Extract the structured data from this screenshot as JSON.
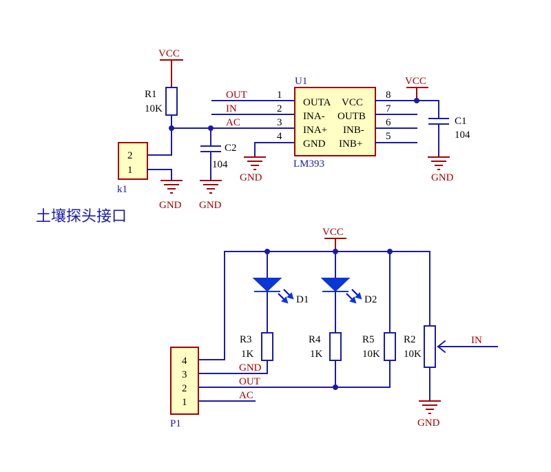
{
  "power": {
    "vcc": "VCC",
    "gnd": "GND"
  },
  "r1": {
    "ref": "R1",
    "value": "10K"
  },
  "c1": {
    "ref": "C1",
    "value": "104"
  },
  "c2": {
    "ref": "C2",
    "value": "104"
  },
  "u1": {
    "ref": "U1",
    "part": "LM393",
    "pins_left": [
      {
        "num": "1",
        "name": "OUTA",
        "net": "OUT"
      },
      {
        "num": "2",
        "name": "INA-",
        "net": "IN"
      },
      {
        "num": "3",
        "name": "INA+",
        "net": "AC"
      },
      {
        "num": "4",
        "name": "GND",
        "net": ""
      }
    ],
    "pins_right": [
      {
        "num": "8",
        "name": "VCC"
      },
      {
        "num": "7",
        "name": "OUTB"
      },
      {
        "num": "6",
        "name": "INB-"
      },
      {
        "num": "5",
        "name": "INB+"
      }
    ]
  },
  "k1": {
    "ref": "k1",
    "pins": [
      "2",
      "1"
    ]
  },
  "caption": "土壤探头接口",
  "d1": {
    "ref": "D1"
  },
  "d2": {
    "ref": "D2"
  },
  "r3": {
    "ref": "R3",
    "value": "1K"
  },
  "r4": {
    "ref": "R4",
    "value": "1K"
  },
  "r5": {
    "ref": "R5",
    "value": "10K"
  },
  "r2": {
    "ref": "R2",
    "value": "10K"
  },
  "in_label": "IN",
  "p1": {
    "ref": "P1",
    "pins": [
      {
        "num": "4",
        "net": ""
      },
      {
        "num": "3",
        "net": "GND"
      },
      {
        "num": "2",
        "net": "OUT"
      },
      {
        "num": "1",
        "net": "AC"
      }
    ]
  },
  "colors": {
    "wire": "#1a1aa6",
    "power": "#a30000",
    "ic_fill": "#ffffc4",
    "led": "#0b36d6"
  }
}
